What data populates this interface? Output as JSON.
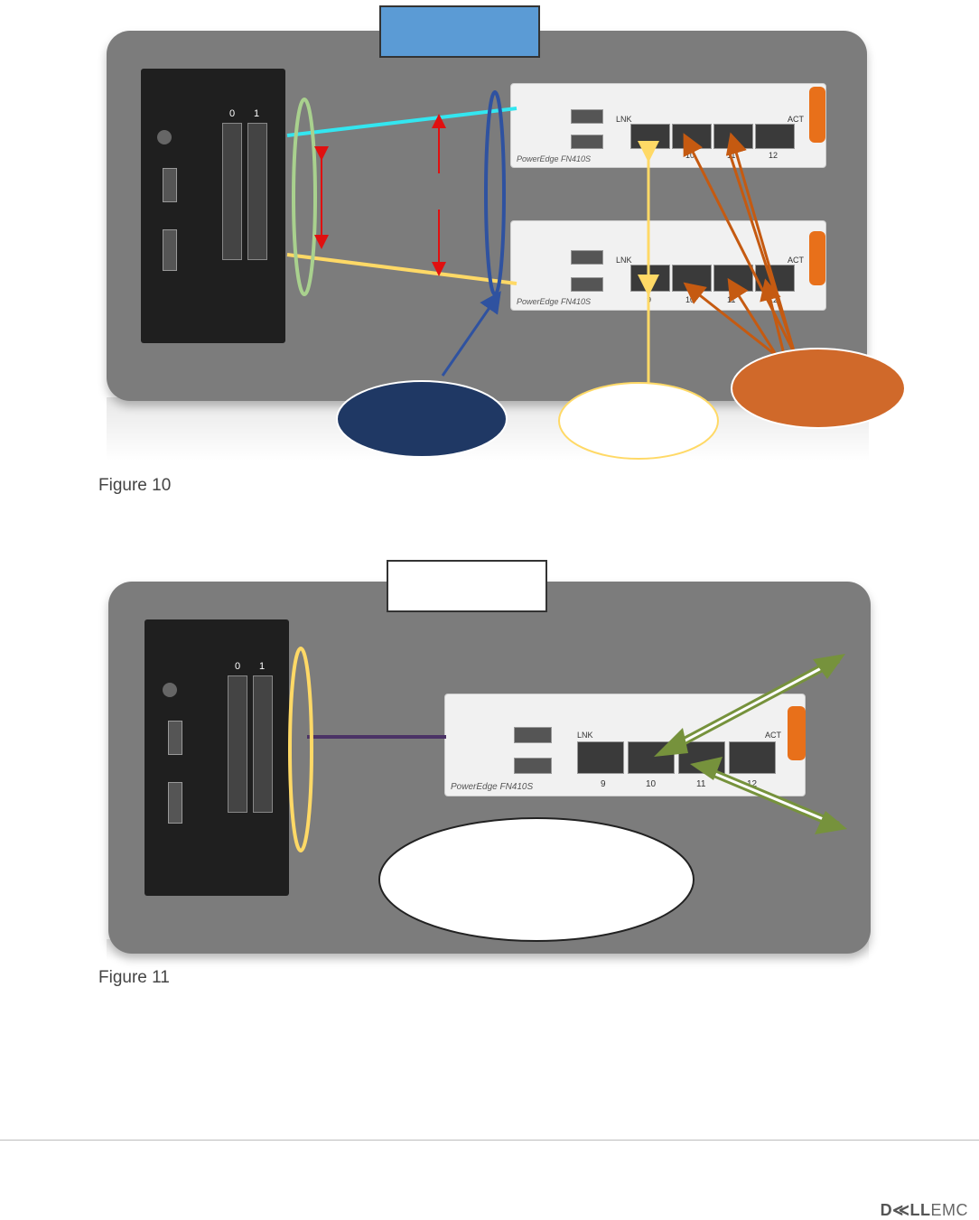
{
  "figures": [
    {
      "caption": "Figure 10",
      "title_box_color": "#5b9bd5",
      "switch_model": "PowerEdge FN410S",
      "port_labels": [
        "9",
        "10",
        "11",
        "12"
      ],
      "port_header_lnk": "LNK",
      "port_header_act": "ACT",
      "callouts": [
        {
          "name": "navy-ellipse",
          "color": "#1f3864"
        },
        {
          "name": "white-ellipse",
          "color": "#ffffff"
        },
        {
          "name": "orange-ellipse",
          "color": "#d0692a"
        }
      ]
    },
    {
      "caption": "Figure 11",
      "title_box_color": "#ffffff",
      "switch_model": "PowerEdge FN410S",
      "port_labels": [
        "9",
        "10",
        "11",
        "12"
      ],
      "port_header_lnk": "LNK",
      "port_header_act": "ACT",
      "callouts": [
        {
          "name": "white-ellipse",
          "color": "#ffffff"
        }
      ]
    }
  ],
  "server_bay_labels": [
    "0",
    "1"
  ],
  "footer_logo": {
    "brand_bold": "D≪LL",
    "brand_light": "EMC"
  },
  "colors": {
    "cyan_link": "#33e6f0",
    "yellow_link": "#ffd966",
    "purple_link": "#4b3366",
    "green_arrows": "#76923c",
    "red_arrows": "#e01010",
    "green_oval": "#a9d18e",
    "blue_oval": "#2f52a0",
    "orange_arrows": "#c55a11"
  }
}
